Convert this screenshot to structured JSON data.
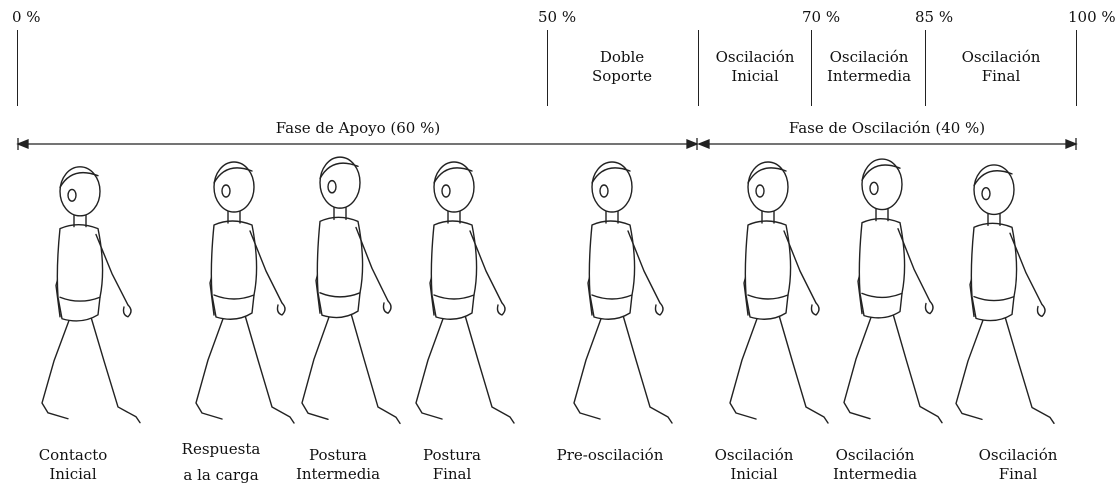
{
  "percent_marks": [
    "0 %",
    "50 %",
    "70 %",
    "85 %",
    "100 %"
  ],
  "subphases": [
    {
      "line1": "Doble",
      "line2": "Soporte"
    },
    {
      "line1": "Oscilación",
      "line2": "Inicial"
    },
    {
      "line1": "Oscilación",
      "line2": "Intermedia"
    },
    {
      "line1": "Oscilación",
      "line2": "Final"
    }
  ],
  "phases": {
    "stance": "Fase de Apoyo (60 %)",
    "swing": "Fase de Oscilación (40 %)"
  },
  "figures": [
    {
      "line1": "Contacto",
      "line2": "Inicial"
    },
    {
      "line1": "Respuesta",
      "line2": "a la carga"
    },
    {
      "line1": "Postura",
      "line2": "Intermedia"
    },
    {
      "line1": "Postura",
      "line2": "Final"
    },
    {
      "line1": "Pre-oscilación",
      "line2": ""
    },
    {
      "line1": "Oscilación",
      "line2": "Inicial"
    },
    {
      "line1": "Oscilación",
      "line2": "Intermedia"
    },
    {
      "line1": "Oscilación",
      "line2": "Final"
    }
  ]
}
